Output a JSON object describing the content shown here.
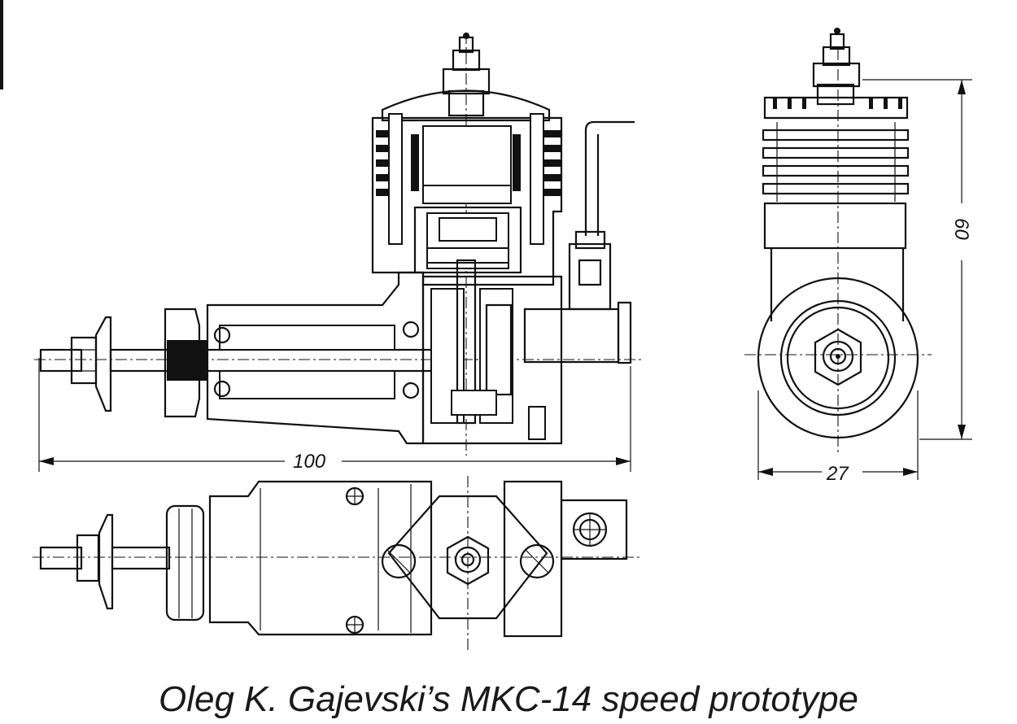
{
  "caption": "Oleg K. Gajevski’s MKC-14 speed prototype",
  "dimensions": {
    "length_label": "100",
    "height_label": "60",
    "width_label": "27"
  }
}
